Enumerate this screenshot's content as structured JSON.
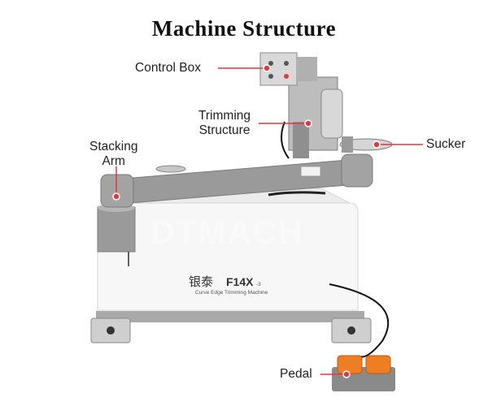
{
  "title": "Machine Structure",
  "labels": {
    "control_box": "Control Box",
    "trimming_structure_line1": "Trimming",
    "trimming_structure_line2": "Structure",
    "stacking_arm_line1": "Stacking",
    "stacking_arm_line2": "Arm",
    "sucker": "Sucker",
    "pedal": "Pedal"
  },
  "machine": {
    "brand_cn": "银泰",
    "model": "F14X",
    "model_suffix": "-3",
    "subtitle": "Curve Edge Trimming Machine",
    "watermark": "DTMACH"
  },
  "colors": {
    "accent": "#e03a3a",
    "arm": "#9a9a9a",
    "body": "#f7f7f7",
    "pedal": "#ef7d22"
  }
}
